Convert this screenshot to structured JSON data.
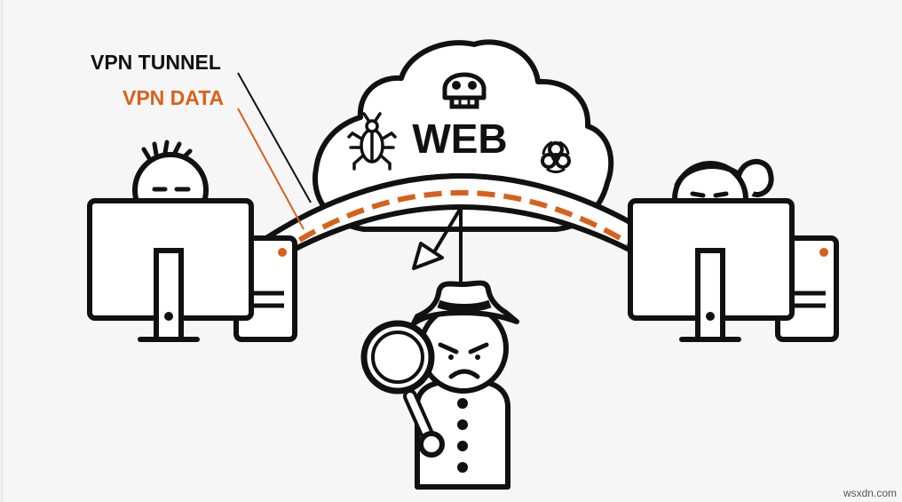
{
  "labels": {
    "tunnel": "VPN TUNNEL",
    "data": "VPN DATA",
    "web": "WEB"
  },
  "watermark": "wsxdn.com",
  "colors": {
    "background": "#f6f6f6",
    "stroke": "#111111",
    "accent": "#d9601a",
    "fill": "#ffffff"
  },
  "icons": [
    "skull-icon",
    "bug-icon",
    "biohazard-icon",
    "magnifying-glass-icon"
  ]
}
